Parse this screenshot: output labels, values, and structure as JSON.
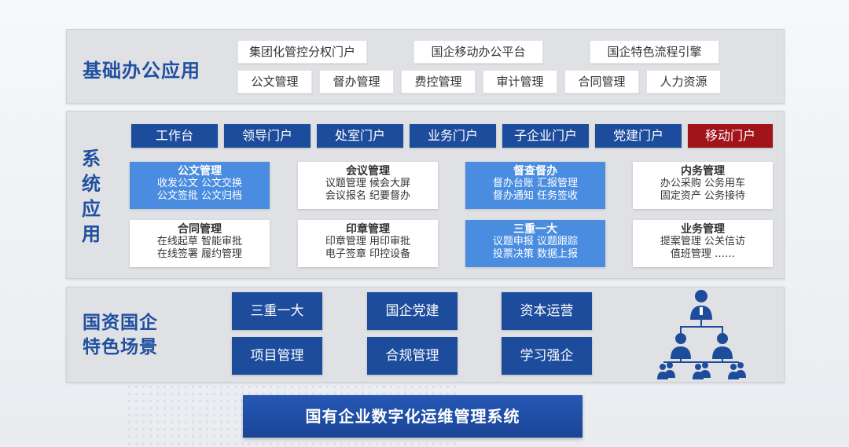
{
  "basic": {
    "title": "基础办公应用",
    "row1": [
      "集团化管控分权门户",
      "国企移动办公平台",
      "国企特色流程引擎"
    ],
    "row2": [
      "公文管理",
      "督办管理",
      "费控管理",
      "审计管理",
      "合同管理",
      "人力资源"
    ]
  },
  "system": {
    "title": "系统应用",
    "tabs": [
      "工作台",
      "领导门户",
      "处室门户",
      "业务门户",
      "子企业门户",
      "党建门户",
      "移动门户"
    ],
    "cards": [
      {
        "title": "公文管理",
        "lines": [
          "收发公文  公文交换",
          "公文签批  公文归档"
        ]
      },
      {
        "title": "会议管理",
        "lines": [
          "议题管理  候会大屏",
          "会议报名  纪要督办"
        ]
      },
      {
        "title": "督查督办",
        "lines": [
          "督办台账  汇报管理",
          "督办通知  任务签收"
        ]
      },
      {
        "title": "内务管理",
        "lines": [
          "办公采购  公务用车",
          "固定资产  公务接待"
        ]
      },
      {
        "title": "合同管理",
        "lines": [
          "在线起草  智能审批",
          "在线签署  履约管理"
        ]
      },
      {
        "title": "印章管理",
        "lines": [
          "印章管理  用印审批",
          "电子签章  印控设备"
        ]
      },
      {
        "title": "三重一大",
        "lines": [
          "议题申报  议题跟踪",
          "投票决策  数据上报"
        ]
      },
      {
        "title": "业务管理",
        "lines": [
          "提案管理  公关信访",
          "值班管理        ……"
        ]
      }
    ]
  },
  "scene": {
    "title_line1": "国资国企",
    "title_line2": "特色场景",
    "boxes": [
      "三重一大",
      "国企党建",
      "资本运营",
      "项目管理",
      "合规管理",
      "学习强企"
    ]
  },
  "footer": "国有企业数字化运维管理系统",
  "colors": {
    "navy": "#1d4c9c",
    "accent_red": "#a0141a",
    "card_blue": "#4a8de0",
    "title_blue": "#1f4fa0"
  },
  "icons": {
    "org_chart": "org-chart-icon"
  }
}
